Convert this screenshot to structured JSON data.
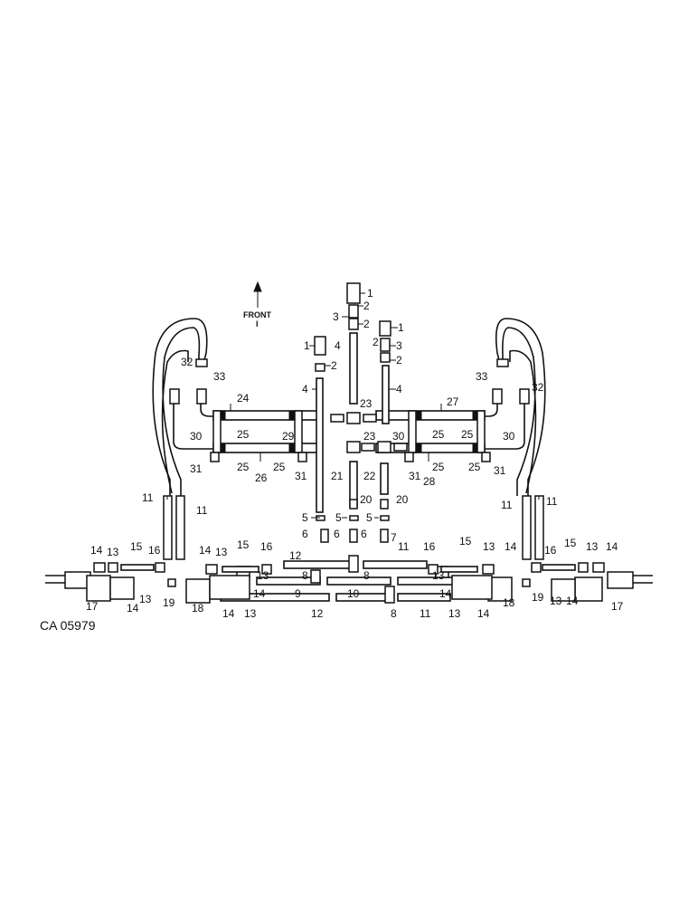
{
  "diagram": {
    "figure_code": "CA 05979",
    "front_label": "FRONT",
    "front_mark": "I",
    "callouts": [
      "1",
      "2",
      "3",
      "4",
      "5",
      "6",
      "7",
      "8",
      "9",
      "10",
      "11",
      "12",
      "13",
      "14",
      "15",
      "16",
      "17",
      "18",
      "19",
      "20",
      "21",
      "22",
      "23",
      "24",
      "25",
      "26",
      "27",
      "28",
      "29",
      "30",
      "31",
      "32",
      "33"
    ]
  }
}
